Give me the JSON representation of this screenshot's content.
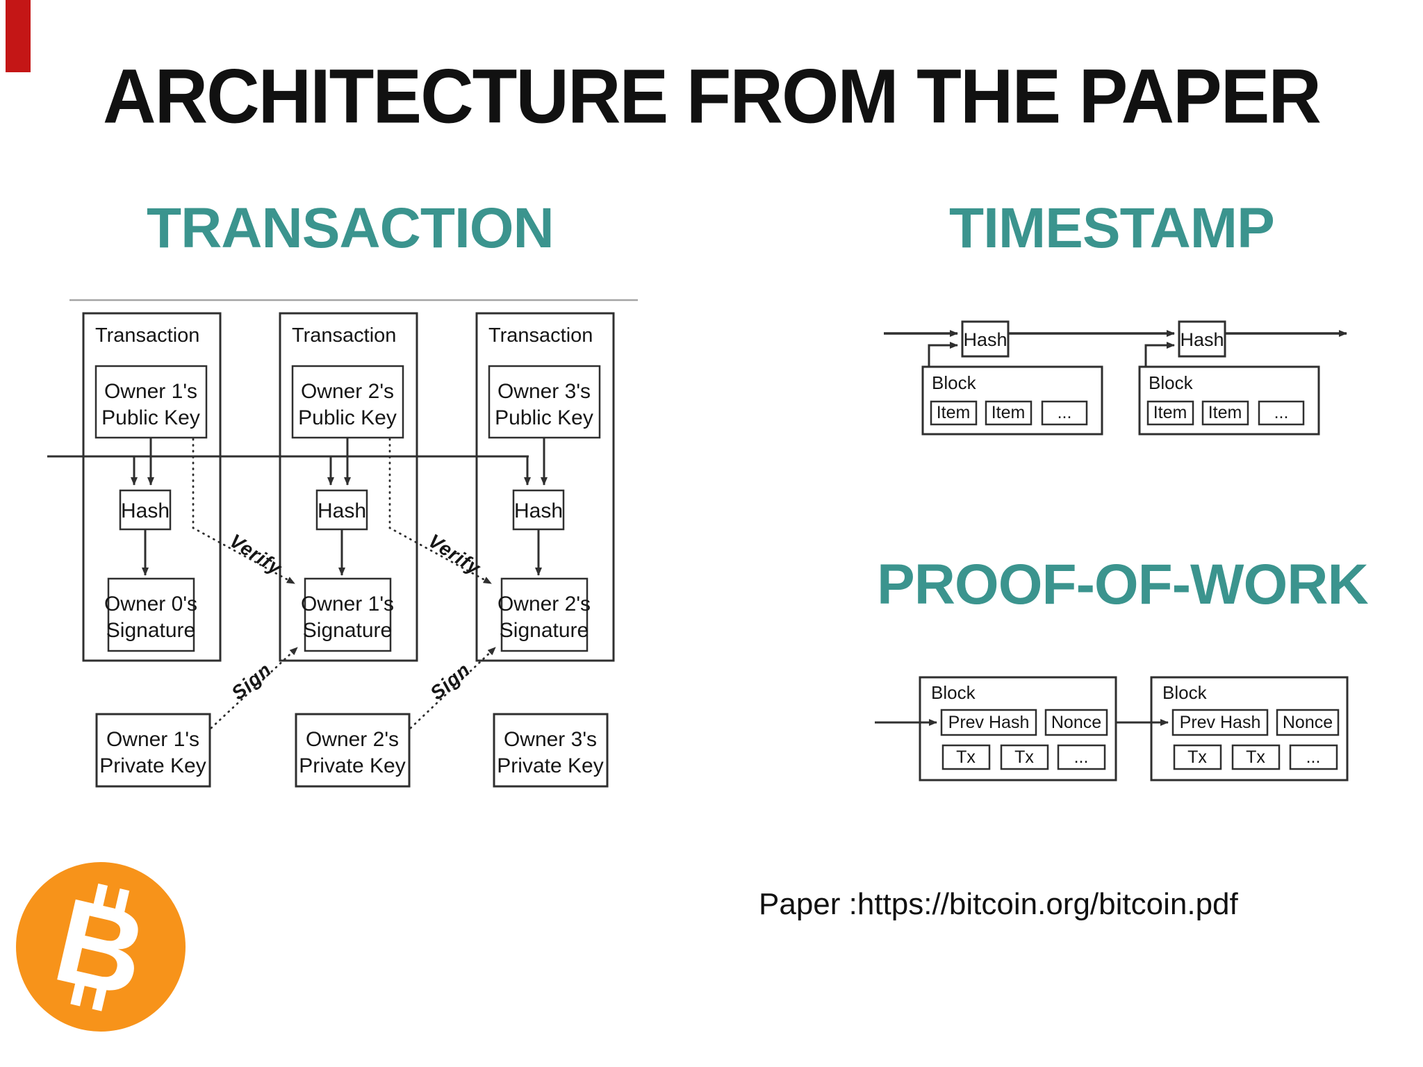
{
  "theme": {
    "heading_color": "#3b948e",
    "ink": "#111111",
    "stroke": "#2f2f2f",
    "accent_orange": "#f7931a",
    "marker_red": "#c41616"
  },
  "title": "ARCHITECTURE FROM THE PAPER",
  "sections": {
    "transaction_heading": "TRANSACTION",
    "timestamp_heading": "TIMESTAMP",
    "pow_heading": "PROOF-OF-WORK"
  },
  "transaction_diagram": {
    "verify_label": "Verify",
    "sign_label": "Sign",
    "columns": [
      {
        "label": "Transaction",
        "public_key_line1": "Owner 1's",
        "public_key_line2": "Public Key",
        "hash": "Hash",
        "signature_line1": "Owner 0's",
        "signature_line2": "Signature",
        "private_key_line1": "Owner 1's",
        "private_key_line2": "Private Key"
      },
      {
        "label": "Transaction",
        "public_key_line1": "Owner 2's",
        "public_key_line2": "Public Key",
        "hash": "Hash",
        "signature_line1": "Owner 1's",
        "signature_line2": "Signature",
        "private_key_line1": "Owner 2's",
        "private_key_line2": "Private Key"
      },
      {
        "label": "Transaction",
        "public_key_line1": "Owner 3's",
        "public_key_line2": "Public Key",
        "hash": "Hash",
        "signature_line1": "Owner 2's",
        "signature_line2": "Signature",
        "private_key_line1": "Owner 3's",
        "private_key_line2": "Private Key"
      }
    ]
  },
  "timestamp_diagram": {
    "hash_label": "Hash",
    "blocks": [
      {
        "label": "Block",
        "items": [
          "Item",
          "Item",
          "..."
        ]
      },
      {
        "label": "Block",
        "items": [
          "Item",
          "Item",
          "..."
        ]
      }
    ]
  },
  "pow_diagram": {
    "blocks": [
      {
        "label": "Block",
        "prev_hash": "Prev Hash",
        "nonce": "Nonce",
        "txs": [
          "Tx",
          "Tx",
          "..."
        ]
      },
      {
        "label": "Block",
        "prev_hash": "Prev Hash",
        "nonce": "Nonce",
        "txs": [
          "Tx",
          "Tx",
          "..."
        ]
      }
    ]
  },
  "footer": {
    "paper_link": "Paper :https://bitcoin.org/bitcoin.pdf"
  },
  "logo": {
    "letter": "B"
  }
}
